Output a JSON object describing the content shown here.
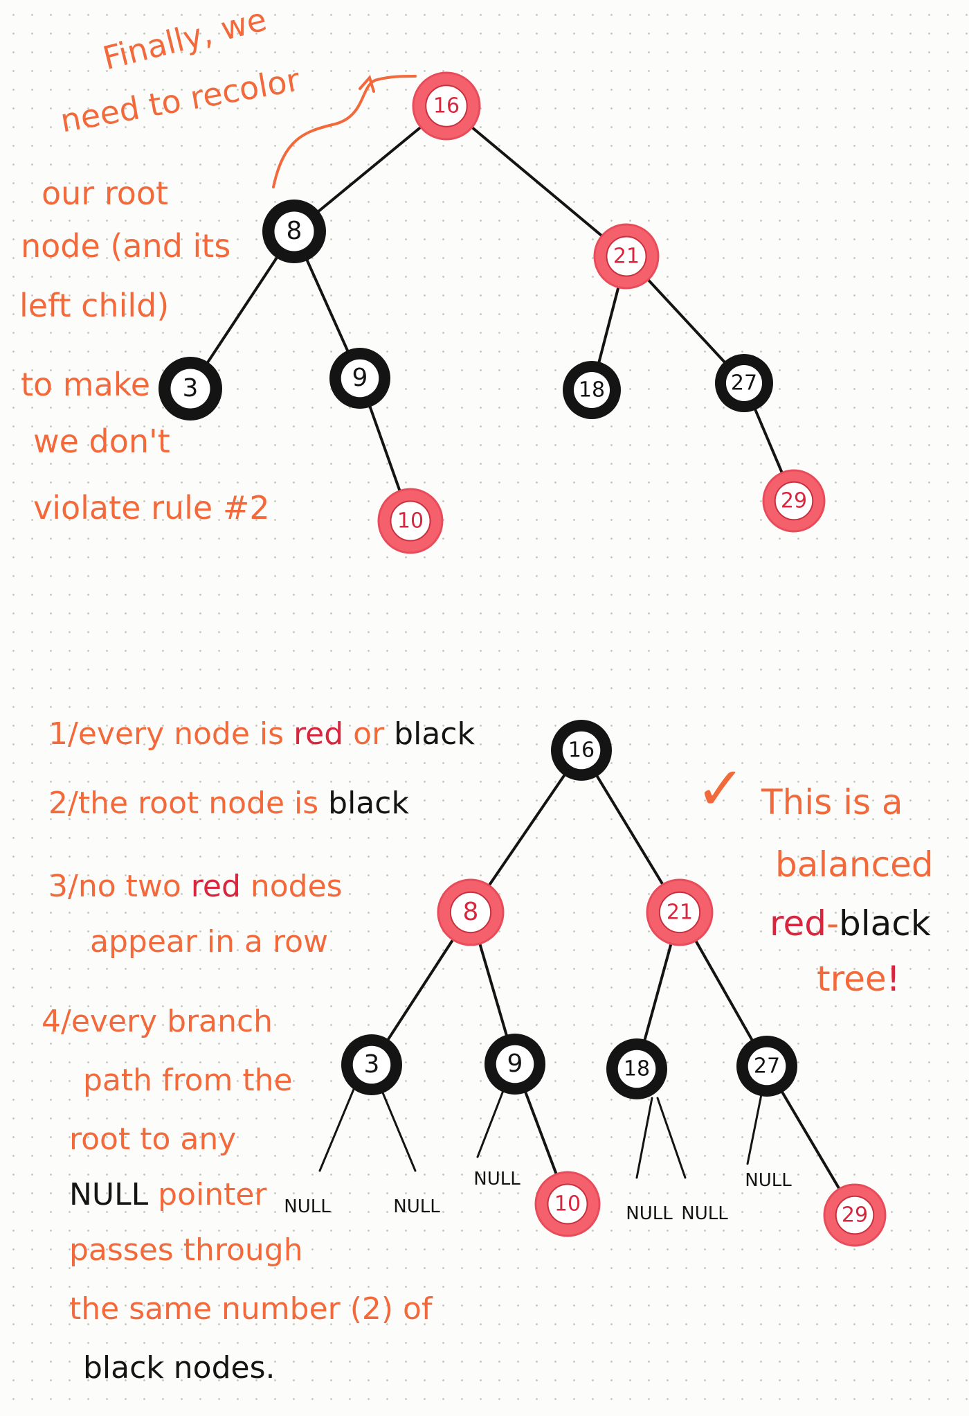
{
  "top_section": {
    "annotation_lines": [
      "Finally, we",
      "need to recolor",
      "our root",
      "node (and its",
      "left child)",
      "to make",
      "we don't",
      "violate rule #2"
    ],
    "tree": {
      "nodes": [
        {
          "id": "t16",
          "label": "16",
          "color": "red"
        },
        {
          "id": "t8",
          "label": "8",
          "color": "black"
        },
        {
          "id": "t21",
          "label": "21",
          "color": "red"
        },
        {
          "id": "t3",
          "label": "3",
          "color": "black"
        },
        {
          "id": "t9",
          "label": "9",
          "color": "black"
        },
        {
          "id": "t18",
          "label": "18",
          "color": "black"
        },
        {
          "id": "t27",
          "label": "27",
          "color": "black"
        },
        {
          "id": "t10",
          "label": "10",
          "color": "red"
        },
        {
          "id": "t29",
          "label": "29",
          "color": "red"
        }
      ],
      "edges": [
        [
          "t16",
          "t8"
        ],
        [
          "t16",
          "t21"
        ],
        [
          "t8",
          "t3"
        ],
        [
          "t8",
          "t9"
        ],
        [
          "t9",
          "t10"
        ],
        [
          "t21",
          "t18"
        ],
        [
          "t21",
          "t27"
        ],
        [
          "t27",
          "t29"
        ]
      ]
    }
  },
  "bottom_section": {
    "rules": [
      {
        "number": "1/",
        "parts": [
          {
            "text": "every node is ",
            "color": "orange"
          },
          {
            "text": "red",
            "color": "red"
          },
          {
            "text": " or ",
            "color": "orange"
          },
          {
            "text": "black",
            "color": "black"
          }
        ]
      },
      {
        "number": "2/",
        "parts": [
          {
            "text": "the root node is ",
            "color": "orange"
          },
          {
            "text": "black",
            "color": "black"
          }
        ]
      },
      {
        "number": "3/",
        "parts": [
          {
            "text": "no two ",
            "color": "orange"
          },
          {
            "text": "red",
            "color": "red"
          },
          {
            "text": " nodes",
            "color": "orange"
          }
        ]
      },
      {
        "number": "",
        "parts": [
          {
            "text": "appear in a row",
            "color": "orange"
          }
        ]
      },
      {
        "number": "4/",
        "parts": [
          {
            "text": "every branch",
            "color": "orange"
          }
        ]
      },
      {
        "number": "",
        "parts": [
          {
            "text": "path from the",
            "color": "orange"
          }
        ]
      },
      {
        "number": "",
        "parts": [
          {
            "text": "root to any",
            "color": "orange"
          }
        ]
      },
      {
        "number": "",
        "parts": [
          {
            "text": "NULL",
            "color": "black"
          },
          {
            "text": " pointer",
            "color": "orange"
          }
        ]
      },
      {
        "number": "",
        "parts": [
          {
            "text": "passes through",
            "color": "orange"
          }
        ]
      },
      {
        "number": "",
        "parts": [
          {
            "text": "the same number (2) of",
            "color": "orange"
          }
        ]
      },
      {
        "number": "",
        "parts": [
          {
            "text": "black nodes.",
            "color": "black"
          }
        ]
      }
    ],
    "balanced_note": {
      "checkmark": "✓",
      "lines": [
        [
          {
            "text": "This is a",
            "color": "orange"
          }
        ],
        [
          {
            "text": "balanced",
            "color": "orange"
          }
        ],
        [
          {
            "text": "red",
            "color": "red"
          },
          {
            "text": "-",
            "color": "orange"
          },
          {
            "text": "black",
            "color": "black"
          }
        ],
        [
          {
            "text": "tree",
            "color": "orange"
          },
          {
            "text": "!",
            "color": "red"
          }
        ]
      ]
    },
    "tree": {
      "nodes": [
        {
          "id": "b16",
          "label": "16",
          "color": "black"
        },
        {
          "id": "b8",
          "label": "8",
          "color": "red"
        },
        {
          "id": "b21",
          "label": "21",
          "color": "red"
        },
        {
          "id": "b3",
          "label": "3",
          "color": "black"
        },
        {
          "id": "b9",
          "label": "9",
          "color": "black"
        },
        {
          "id": "b18",
          "label": "18",
          "color": "black"
        },
        {
          "id": "b27",
          "label": "27",
          "color": "black"
        },
        {
          "id": "b10",
          "label": "10",
          "color": "red"
        },
        {
          "id": "b29",
          "label": "29",
          "color": "red"
        }
      ],
      "edges": [
        [
          "b16",
          "b8"
        ],
        [
          "b16",
          "b21"
        ],
        [
          "b8",
          "b3"
        ],
        [
          "b8",
          "b9"
        ],
        [
          "b9",
          "b10"
        ],
        [
          "b21",
          "b18"
        ],
        [
          "b21",
          "b27"
        ],
        [
          "b27",
          "b29"
        ]
      ],
      "null_labels": [
        "NULL",
        "NULL",
        "NULL",
        "NULL",
        "NULL",
        "NULL"
      ]
    }
  },
  "colors": {
    "orange_ink": "#f26a3b",
    "red_ink": "#d7263d",
    "red_fill": "#f4606b",
    "black_ink": "#141414",
    "paper": "#fcfcfa"
  }
}
